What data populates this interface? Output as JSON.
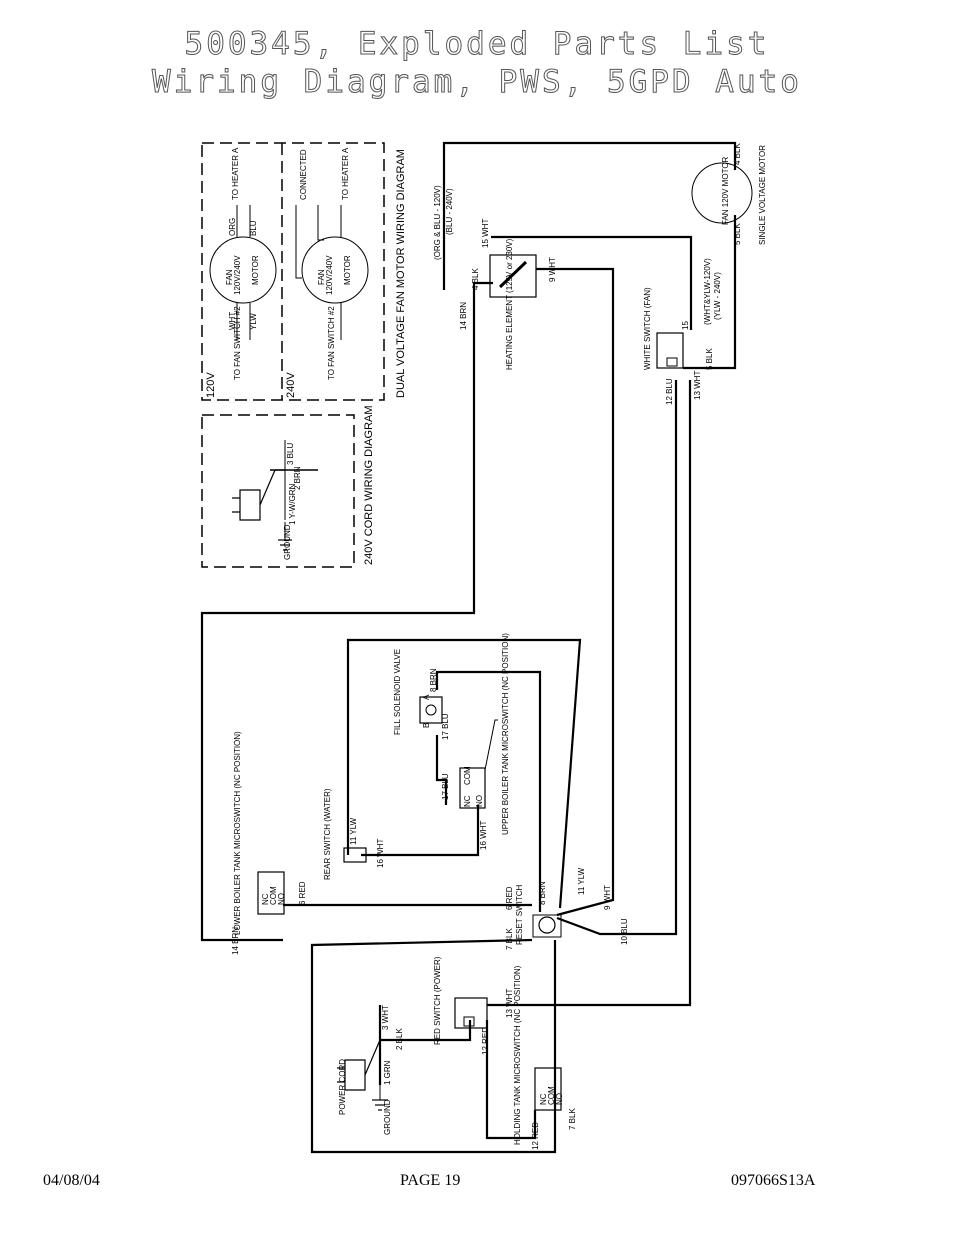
{
  "header": {
    "title_line1": "500345, Exploded Parts List",
    "title_line2": "Wiring Diagram, PWS, 5GPD Auto"
  },
  "footer": {
    "date": "04/08/04",
    "page": "PAGE 19",
    "doc_number": "097066S13A"
  },
  "inset_fan": {
    "caption": "DUAL VOLTAGE FAN MOTOR WIRING DIAGRAM",
    "v120_label": "120V",
    "v240_label": "240V",
    "motor_line1": "FAN",
    "motor_line2": "120V/240V",
    "motor_line3": "MOTOR",
    "to_heater": "TO HEATER A",
    "to_fan_switch": "TO FAN SWITCH #2",
    "wire_org": "ORG",
    "wire_blu": "BLU",
    "wire_wht": "WHT",
    "wire_ylw": "YLW",
    "connected": "CONNECTED"
  },
  "inset_cord": {
    "caption": "240V CORD WIRING DIAGRAM",
    "ground": "GROUND",
    "w1": "1 Y-W/GRN",
    "w2": "2 BRN",
    "w3": "3 BLU"
  },
  "components": {
    "heating_element": "HEATING ELEMENT (125V or 230V)",
    "single_motor_caption": "SINGLE VOLTAGE MOTOR",
    "single_motor_body": "FAN 120V MOTOR",
    "white_switch": "WHITE SWITCH (FAN)",
    "fill_solenoid": "FILL SOLENOID VALVE",
    "upper_boiler": "UPPER BOILER TANK MICROSWITCH (NC POSITION)",
    "rear_switch": "REAR SWITCH (WATER)",
    "lower_boiler": "LOWER BOILER TANK MICROSWITCH (NC POSITION)",
    "reset_switch": "RESET SWITCH",
    "red_switch": "RED SWITCH (POWER)",
    "power_cord": "POWER CORD",
    "ground": "GROUND",
    "holding_tank": "HOLDING TANK MICROSWITCH (NC POSITION)"
  },
  "wire_labels": {
    "org_blu": "(ORG & BLU - 120V)",
    "blu_240": "(BLU - 240V)",
    "w15": "15 WHT",
    "w4_blk": "4 BLK",
    "w9": "9 WHT",
    "w14_brn": "14 BRN",
    "w4": "4 BLK",
    "w5": "5 BLK",
    "whylw": "(WHT&YLW-120V)",
    "ylw240": "(YLW - 240V)",
    "w15b": "15",
    "w5blk": "5 BLK",
    "w13wht": "13 WHT",
    "w12blu": "12 BLU",
    "w8brn": "8 BRN",
    "w17blu": "17 BLU",
    "w17": "17 BLU",
    "w16wht": "16 WHT",
    "w11ylw": "11 YLW",
    "w6red": "6 RED",
    "w6": "6 RED",
    "w8": "8 BRN",
    "w7blk": "7 BLK",
    "w11": "11 YLW",
    "w9wht": "9 WHT",
    "w10blu": "10 BLU",
    "w14": "14 BRN",
    "w3wht": "3 WHT",
    "w2blk": "2 BLK",
    "w1grn": "1 GRN",
    "w13": "13 WHT",
    "w12red": "12 RED",
    "w7": "7 BLK",
    "w12r": "12 RED",
    "pin_b": "B",
    "pin_a": "A",
    "nc": "NC",
    "com": "COM",
    "no": "NO"
  }
}
